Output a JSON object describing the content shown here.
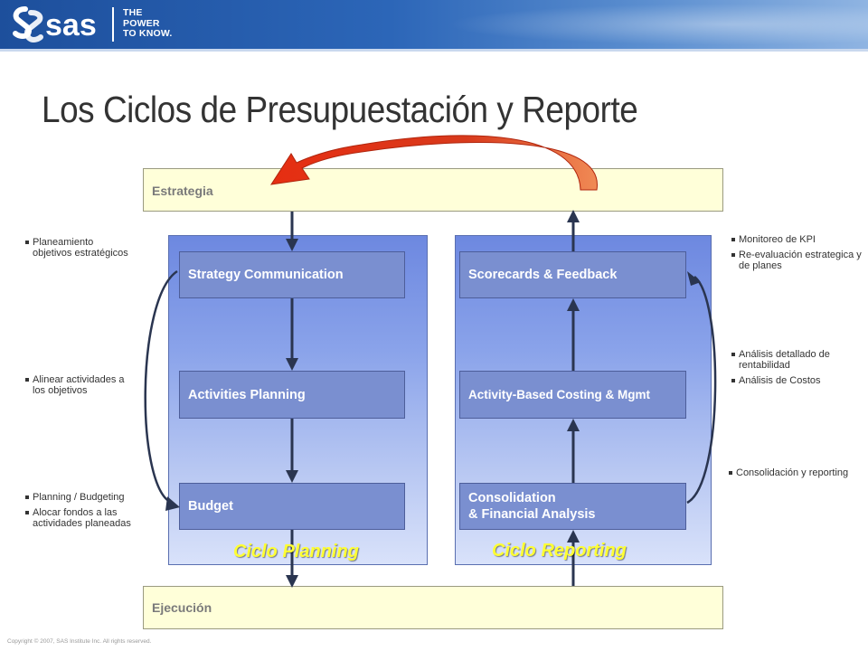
{
  "header": {
    "logo_text": "sas",
    "tagline": [
      "THE",
      "POWER",
      "TO KNOW."
    ]
  },
  "title": "Los Ciclos de Presupuestación y Reporte",
  "diagram": {
    "strategy_label": "Estrategia",
    "execution_label": "Ejecución",
    "planning_cycle": {
      "label": "Ciclo Planning",
      "stages": [
        "Strategy Communication",
        "Activities Planning",
        "Budget"
      ]
    },
    "reporting_cycle": {
      "label": "Ciclo Reporting",
      "stages": [
        "Scorecards & Feedback",
        "Activity-Based Costing & Mgmt",
        "Consolidation",
        "& Financial Analysis"
      ]
    },
    "colors": {
      "band_fill": "#ffffd9",
      "panel_top": "#6d88e0",
      "stage_fill": "#7a8fd0",
      "cycle_label": "#ffff33",
      "feedback_arrow": "#e03a1e"
    }
  },
  "notes_left": [
    [
      "Planeamiento objetivos estratégicos"
    ],
    [
      "Alinear actividades a los objetivos"
    ],
    [
      "Planning / Budgeting",
      "Alocar fondos a las actividades planeadas"
    ]
  ],
  "notes_right": [
    [
      "Monitoreo de KPI",
      "Re-evaluación estrategica y de planes"
    ],
    [
      "Análisis detallado de rentabilidad",
      "Análisis de Costos"
    ],
    [
      "Consolidación y reporting"
    ]
  ],
  "footer": {
    "copyright": "Copyright © 2007, SAS Institute Inc. All rights reserved."
  }
}
